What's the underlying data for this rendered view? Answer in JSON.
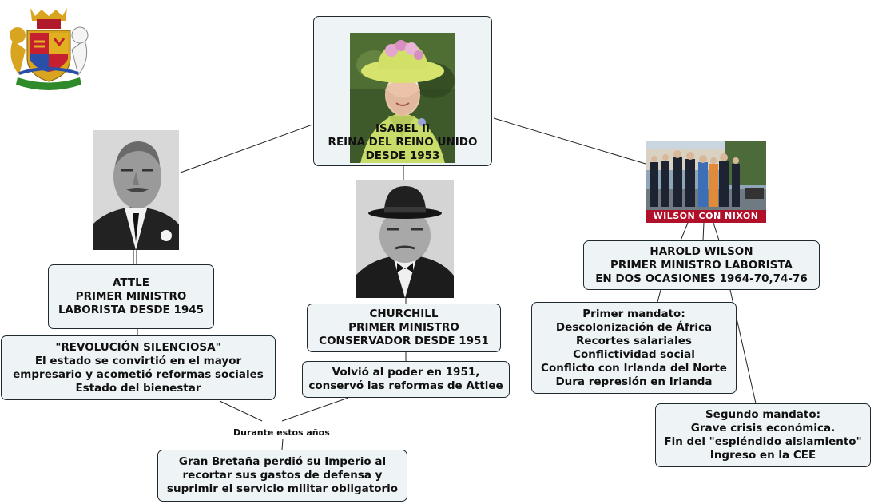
{
  "nodes": {
    "isabel": "ISABEL II\nREINA DEL REINO UNIDO\nDESDE 1953",
    "attle": "ATTLE\nPRIMER MINISTRO\nLABORISTA DESDE 1945",
    "revolucion": "\"REVOLUCIÓN SILENCIOSA\"\nEl estado se convirtió en el mayor\nempresario y acometió reformas sociales\nEstado del bienestar",
    "churchill": "CHURCHILL\nPRIMER MINISTRO\nCONSERVADOR DESDE 1951",
    "volvio": "Volvió al poder en 1951,\nconservó las reformas de Attlee",
    "imperio": "Gran Bretaña perdió su Imperio al\nrecortar sus gastos de defensa y\nsuprimir el servicio militar obligatorio",
    "wilson": "HAROLD WILSON\nPRIMER MINISTRO LABORISTA\nEN DOS OCASIONES 1964-70,74-76",
    "primer_mandato": "Primer mandato:\nDescolonización de África\nRecortes salariales\nConflictividad social\nConflicto con Irlanda del Norte\nDura represión en Irlanda",
    "segundo_mandato": "Segundo mandato:\nGrave crisis económica.\nFin del \"espléndido aislamiento\"\nIngreso en la CEE"
  },
  "link_label": "Durante estos años",
  "photo_caption": "WILSON CON NIXON"
}
